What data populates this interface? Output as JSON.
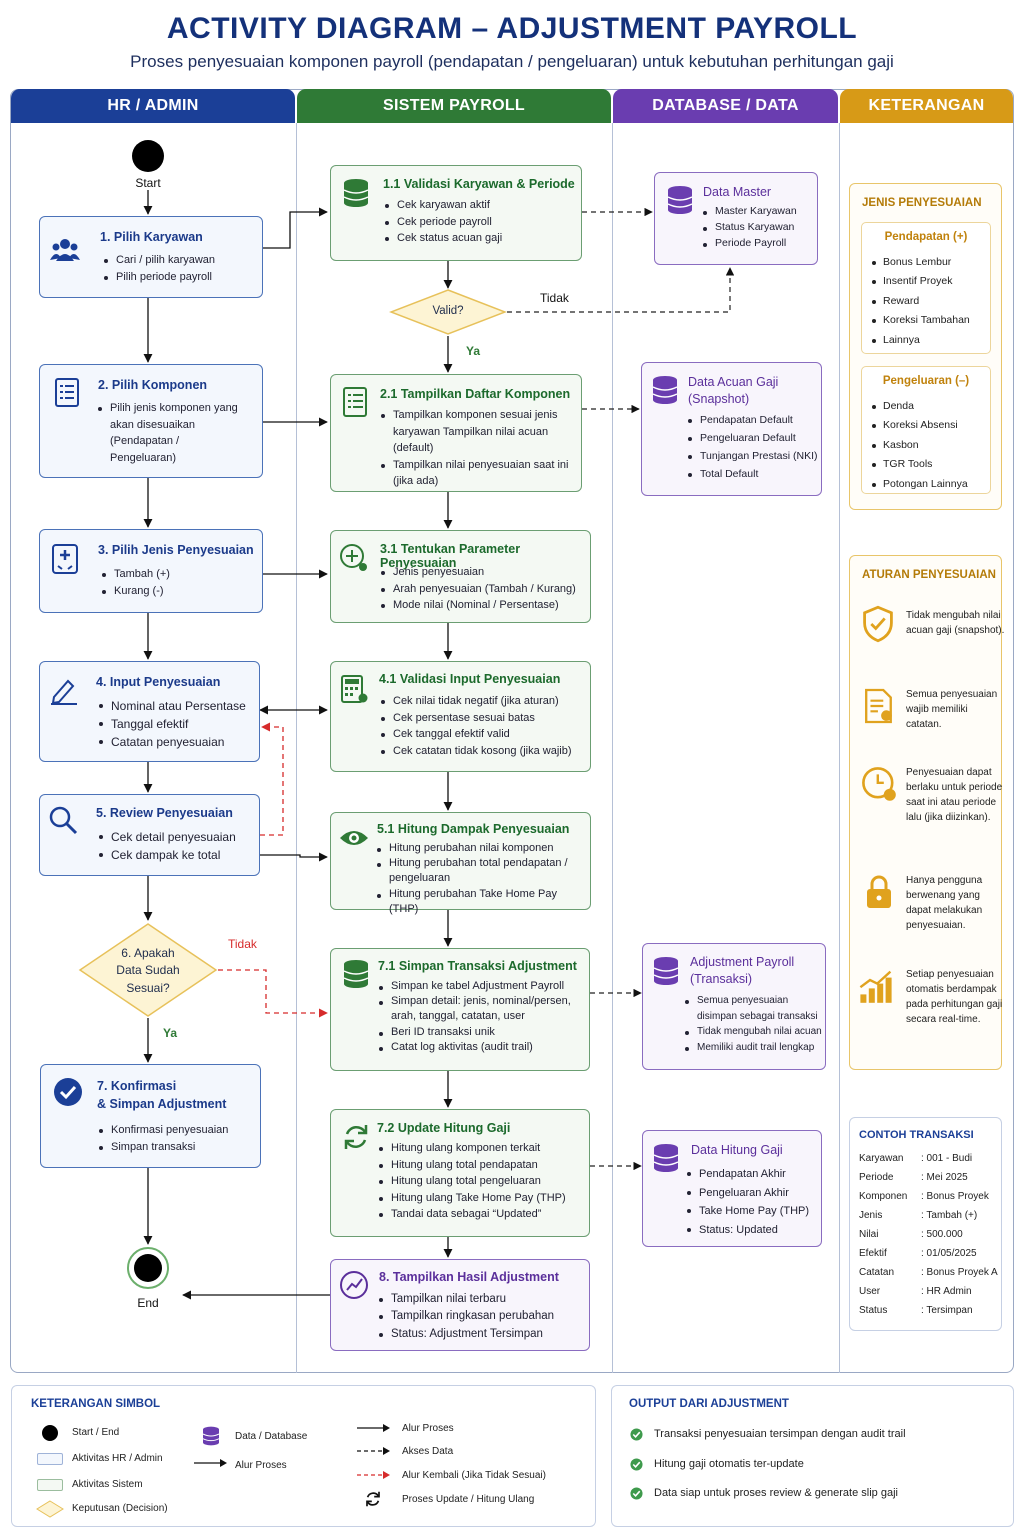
{
  "title": "ACTIVITY DIAGRAM – ADJUSTMENT PAYROLL",
  "subtitle": "Proses penyesuaian komponen payroll (pendapatan / pengeluaran) untuk kebutuhan perhitungan gaji",
  "colors": {
    "hr_lane": "#1b3f97",
    "sys_lane": "#2f7a36",
    "db_lane": "#6a3db0",
    "ket_lane": "#d79a17",
    "loop_arrow": "#d62b2b"
  },
  "lanes": {
    "hr": "HR / ADMIN",
    "sys": "SISTEM PAYROLL",
    "db": "DATABASE / DATA",
    "ket": "KETERANGAN"
  },
  "start_label": "Start",
  "end_label": "End",
  "hr_steps": [
    {
      "title": "1. Pilih Karyawan",
      "items": [
        "Cari / pilih karyawan",
        "Pilih periode payroll"
      ],
      "icon": "users-icon"
    },
    {
      "title": "2. Pilih Komponen",
      "items": [
        "Pilih jenis komponen yang akan disesuaikan (Pendapatan / Pengeluaran)"
      ],
      "icon": "document-list-icon"
    },
    {
      "title": "3. Pilih Jenis Penyesuaian",
      "items": [
        "Tambah (+)",
        "Kurang (-)"
      ],
      "icon": "plus-minus-icon"
    },
    {
      "title": "4. Input Penyesuaian",
      "items": [
        "Nominal atau Persentase",
        "Tanggal efektif",
        "Catatan penyesuaian"
      ],
      "icon": "pencil-icon"
    },
    {
      "title": "5. Review Penyesuaian",
      "items": [
        "Cek detail penyesuaian",
        "Cek dampak ke total"
      ],
      "icon": "search-icon"
    },
    {
      "title": "7. Konfirmasi & Simpan Adjustment",
      "title1": "7. Konfirmasi",
      "title2": "& Simpan Adjustment",
      "items": [
        "Konfirmasi penyesuaian",
        "Simpan transaksi"
      ],
      "icon": "check-circle-icon"
    }
  ],
  "decision_valid": {
    "label": "Valid?",
    "yes": "Ya",
    "no": "Tidak"
  },
  "decision_sesuai": {
    "line1": "6. Apakah",
    "line2": "Data Sudah",
    "line3": "Sesuai?",
    "yes": "Ya",
    "no": "Tidak"
  },
  "sys_steps": [
    {
      "title": "1.1 Validasi Karyawan & Periode",
      "items": [
        "Cek karyawan aktif",
        "Cek periode payroll",
        "Cek status acuan gaji"
      ],
      "icon": "database-icon"
    },
    {
      "title": "2.1 Tampilkan Daftar Komponen",
      "items": [
        "Tampilkan komponen sesuai jenis karyawan Tampilkan nilai acuan (default)",
        "Tampilkan nilai penyesuaian saat ini (jika ada)"
      ],
      "icon": "list-icon"
    },
    {
      "title": "3.1 Tentukan Parameter Penyesuaian",
      "items": [
        "Jenis penyesuaian",
        "Arah penyesuaian (Tambah / Kurang)",
        "Mode nilai (Nominal / Persentase)"
      ],
      "icon": "plus-gear-icon"
    },
    {
      "title": "4.1 Validasi Input Penyesuaian",
      "items": [
        "Cek nilai tidak negatif (jika aturan)",
        "Cek persentase sesuai batas",
        "Cek tanggal efektif valid",
        "Cek catatan tidak kosong (jika wajib)"
      ],
      "icon": "calculator-icon"
    },
    {
      "title": "5.1 Hitung Dampak Penyesuaian",
      "items": [
        "Hitung perubahan nilai komponen",
        "Hitung perubahan total pendapatan / pengeluaran",
        "Hitung perubahan Take Home Pay (THP)"
      ],
      "icon": "eye-icon"
    },
    {
      "title": "7.1 Simpan Transaksi Adjustment",
      "items": [
        "Simpan ke tabel Adjustment Payroll",
        "Simpan detail: jenis, nominal/persen, arah, tanggal, catatan, user",
        "Beri ID transaksi unik",
        "Catat log aktivitas (audit trail)"
      ],
      "icon": "database-icon"
    },
    {
      "title": "7.2 Update Hitung Gaji",
      "items": [
        "Hitung ulang komponen terkait",
        "Hitung ulang total pendapatan",
        "Hitung ulang total pengeluaran",
        "Hitung ulang Take Home Pay (THP)",
        "Tandai data sebagai “Updated”"
      ],
      "icon": "refresh-icon"
    },
    {
      "title": "8. Tampilkan Hasil Adjustment",
      "items": [
        "Tampilkan nilai terbaru",
        "Tampilkan ringkasan perubahan",
        "Status: Adjustment Tersimpan"
      ],
      "icon": "chart-icon"
    }
  ],
  "db_items": [
    {
      "title": "Data Master",
      "items": [
        "Master Karyawan",
        "Status Karyawan",
        "Periode Payroll"
      ]
    },
    {
      "title": "Data Acuan Gaji (Snapshot)",
      "title1": "Data Acuan Gaji",
      "title2": "(Snapshot)",
      "items": [
        "Pendapatan Default",
        "Pengeluaran Default",
        "Tunjangan Prestasi (NKI)",
        "Total Default"
      ]
    },
    {
      "title": "Adjustment Payroll (Transaksi)",
      "title1": "Adjustment Payroll",
      "title2": "(Transaksi)",
      "items": [
        "Semua penyesuaian disimpan sebagai transaksi",
        "Tidak mengubah nilai acuan",
        "Memiliki audit trail lengkap"
      ]
    },
    {
      "title": "Data Hitung Gaji",
      "items": [
        "Pendapatan Akhir",
        "Pengeluaran Akhir",
        "Take Home Pay (THP)",
        "Status: Updated"
      ]
    }
  ],
  "jenis": {
    "title": "JENIS PENYESUAIAN",
    "pendapatan": {
      "title": "Pendapatan (+)",
      "items": [
        "Bonus Lembur",
        "Insentif Proyek",
        "Reward",
        "Koreksi Tambahan",
        "Lainnya"
      ]
    },
    "pengeluaran": {
      "title": "Pengeluaran (–)",
      "items": [
        "Denda",
        "Koreksi Absensi",
        "Kasbon",
        "TGR Tools",
        "Potongan Lainnya"
      ]
    }
  },
  "aturan": {
    "title": "ATURAN PENYESUAIAN",
    "rules": [
      {
        "icon": "shield-check-icon",
        "text": "Tidak mengubah nilai acuan gaji (snapshot)."
      },
      {
        "icon": "document-gear-icon",
        "text": "Semua penyesuaian wajib memiliki catatan."
      },
      {
        "icon": "clock-gear-icon",
        "text": "Penyesuaian dapat berlaku untuk periode saat ini atau periode lalu (jika diizinkan)."
      },
      {
        "icon": "lock-icon",
        "text": "Hanya pengguna berwenang yang dapat melakukan penyesuaian."
      },
      {
        "icon": "growth-chart-icon",
        "text": "Setiap penyesuaian otomatis berdampak pada perhitungan gaji secara real-time."
      }
    ]
  },
  "contoh": {
    "title": "CONTOH TRANSAKSI",
    "rows": [
      {
        "k": "Karyawan",
        "v": ": 001 - Budi"
      },
      {
        "k": "Periode",
        "v": ": Mei 2025"
      },
      {
        "k": "Komponen",
        "v": ": Bonus Proyek"
      },
      {
        "k": "Jenis",
        "v": ": Tambah (+)"
      },
      {
        "k": "Nilai",
        "v": ": 500.000"
      },
      {
        "k": "Efektif",
        "v": ": 01/05/2025"
      },
      {
        "k": "Catatan",
        "v": ": Bonus Proyek A"
      },
      {
        "k": "User",
        "v": ": HR Admin"
      },
      {
        "k": "Status",
        "v": ": Tersimpan"
      }
    ]
  },
  "legend": {
    "title": "KETERANGAN SIMBOL",
    "start_end": "Start / End",
    "hr_activity": "Aktivitas HR / Admin",
    "sys_activity": "Aktivitas Sistem",
    "decision": "Keputusan (Decision)",
    "database": "Data / Database",
    "flow": "Alur Proses",
    "flow2": "Alur Proses",
    "data_access": "Akses Data",
    "loop_back": "Alur Kembali (Jika Tidak Sesuai)",
    "update": "Proses Update / Hitung Ulang"
  },
  "output": {
    "title": "OUTPUT DARI ADJUSTMENT",
    "items": [
      "Transaksi penyesuaian tersimpan dengan audit trail",
      "Hitung gaji otomatis ter-update",
      "Data siap untuk proses review & generate slip gaji"
    ]
  }
}
